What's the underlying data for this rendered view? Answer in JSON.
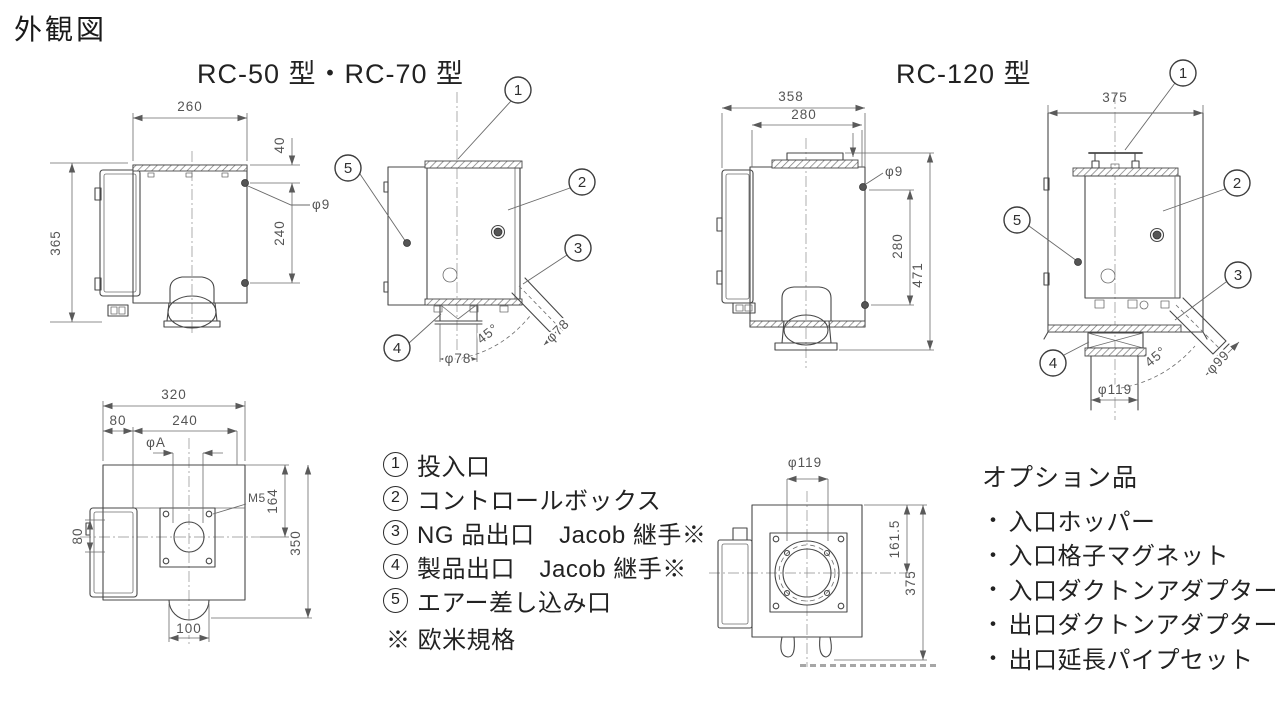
{
  "page": {
    "title": "外観図"
  },
  "headers": {
    "left": "RC-50 型・RC-70 型",
    "right": "RC-120 型"
  },
  "callouts": {
    "c1": "1",
    "c2": "2",
    "c3": "3",
    "c4": "4",
    "c5": "5"
  },
  "legend": {
    "items": [
      {
        "num": "1",
        "label": "投入口"
      },
      {
        "num": "2",
        "label": "コントロールボックス"
      },
      {
        "num": "3",
        "label": "NG 品出口　Jacob 継手※"
      },
      {
        "num": "4",
        "label": "製品出口　Jacob 継手※"
      },
      {
        "num": "5",
        "label": "エアー差し込み口"
      }
    ],
    "note": "※ 欧米規格"
  },
  "options": {
    "title": "オプション品",
    "bullet": "・",
    "items": [
      "入口ホッパー",
      "入口格子マグネット",
      "入口ダクトンアダプター",
      "出口ダクトンアダプター",
      "出口延長パイプセット"
    ]
  },
  "drawings": {
    "rc50_side": {
      "dim_width": "260",
      "dim_offset": "40",
      "dim_upper": "240",
      "dim_height": "365",
      "dim_hole": "φ9"
    },
    "rc50_front": {
      "dim_angle": "45°",
      "dim_outlet_bottom": "φ78",
      "dim_outlet_ng": "φ78"
    },
    "rc50_top": {
      "dim_width": "320",
      "dim_left": "80",
      "dim_center": "240",
      "dim_hole": "φA",
      "dim_thread": "M5",
      "dim_164": "164",
      "dim_350": "350",
      "dim_80": "80",
      "dim_100": "100"
    },
    "rc120_side": {
      "dim_width": "358",
      "dim_inner": "280",
      "dim_hole": "φ9",
      "dim_upper": "280",
      "dim_height": "471"
    },
    "rc120_front": {
      "dim_width": "375",
      "dim_angle": "45°",
      "dim_outlet_ng": "φ99",
      "dim_outlet_bottom": "φ119"
    },
    "rc120_bottom": {
      "dim_hole": "φ119",
      "dim_161": "161.5",
      "dim_375": "375"
    }
  },
  "colors": {
    "background": "#ffffff",
    "line": "#474747",
    "dimension": "#5a5a5a",
    "text": "#1f1f1f"
  }
}
